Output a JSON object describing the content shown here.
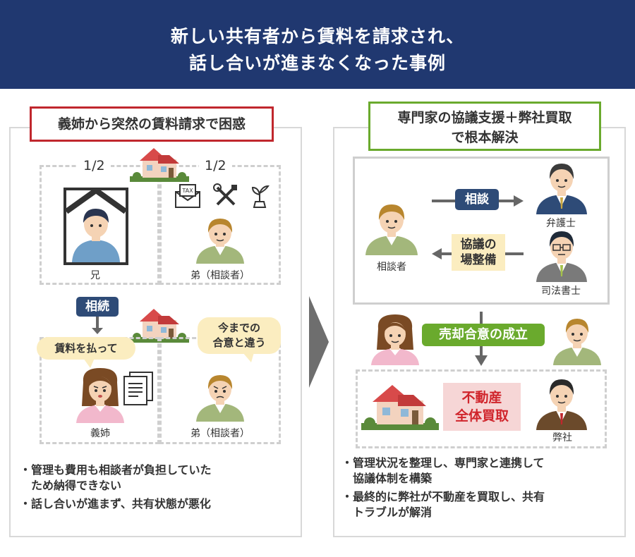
{
  "header": {
    "line1": "新しい共有者から賃料を請求され、",
    "line2": "話し合いが進まなくなった事例"
  },
  "left": {
    "title": "義姉から突然の賃料請求で困惑",
    "share_left": "1/2",
    "share_right": "1/2",
    "brother_label": "兄",
    "younger_label_top": "弟（相談者）",
    "inherit_badge": "相続",
    "bubble_rent": "賃料を払って",
    "bubble_differs_l1": "今までの",
    "bubble_differs_l2": "合意と違う",
    "sister_label": "義姉",
    "younger_label_bottom": "弟（相談者）",
    "notes": [
      {
        "l1": "・管理も費用も相談者が負担していた",
        "l2": "　ため納得できない"
      },
      {
        "l1": "・話し合いが進まず、共有状態が悪化",
        "l2": ""
      }
    ],
    "tax_text": "TAX"
  },
  "right": {
    "title_l1": "専門家の協議支援＋弊社買取",
    "title_l2": "で根本解決",
    "consult_badge": "相談",
    "arrange_l1": "協議の",
    "arrange_l2": "場整備",
    "client_label": "相談者",
    "lawyer_label": "弁護士",
    "scrivener_label": "司法書士",
    "sale_badge": "売却合意の成立",
    "realestate_l1": "不動産",
    "realestate_l2": "全体買取",
    "company_label": "弊社",
    "notes": [
      {
        "l1": "・管理状況を整理し、専門家と連携して",
        "l2": "　協議体制を構築"
      },
      {
        "l1": "・最終的に弊社が不動産を買取し、共有",
        "l2": "　トラブルが解消"
      }
    ]
  },
  "colors": {
    "header_bg": "#203870",
    "left_accent": "#c0272d",
    "right_accent": "#6aaa2d",
    "badge_navy": "#2e4b77",
    "bubble": "#fbedc0",
    "realestate_bg": "#f6d6d6",
    "realestate_text": "#d0252c"
  }
}
